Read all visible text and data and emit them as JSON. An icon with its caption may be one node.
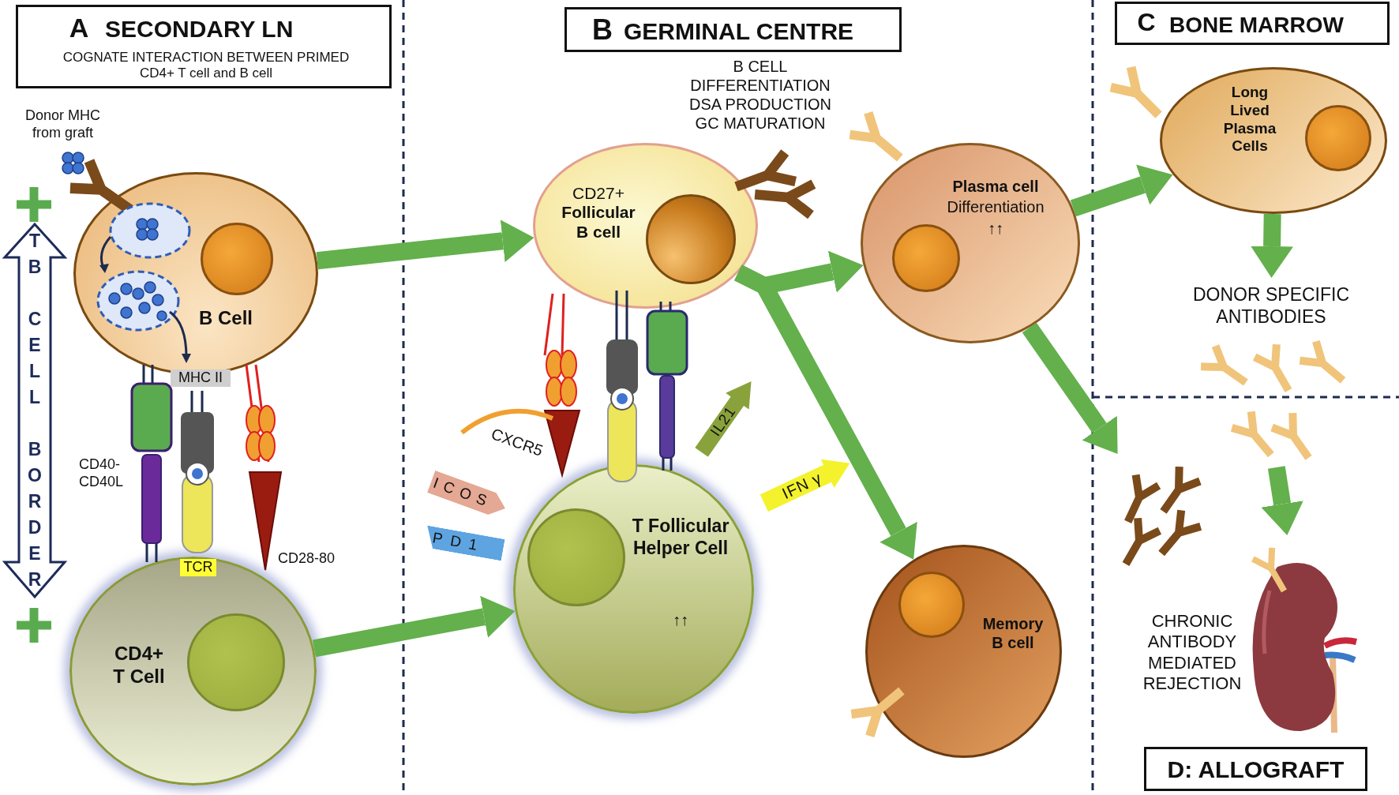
{
  "diagram": {
    "nodes": [
      {
        "text": [
          "A",
          "SECONDARY LN",
          "COGNATE INTERACTION BETWEEN PRIMED CD4+ T cell and B cell"
        ]
      },
      {
        "text": [
          "B Cell"
        ]
      },
      {
        "text": [
          "CD4+ T Cell"
        ]
      },
      {
        "text": [
          "B",
          "GERMINAL CENTRE"
        ]
      },
      {
        "text": [
          "CD27+",
          "Follicular B cell"
        ]
      },
      {
        "text": [
          "T Follicular Helper Cell",
          "↑↑"
        ]
      },
      {
        "text": [
          "Plasma cell",
          "Differentiation",
          "↑↑"
        ]
      },
      {
        "text": [
          "Memory B cell"
        ]
      },
      {
        "text": [
          "C",
          "BONE MARROW"
        ]
      },
      {
        "text": [
          "Long Lived Plasma Cells"
        ]
      },
      {
        "text": [
          "DONOR SPECIFIC ANTIBODIES"
        ]
      },
      {
        "text": [],
        "shape": "picture"
      },
      {
        "text": [],
        "shape": "picture"
      },
      {
        "text": [],
        "shape": "picture"
      },
      {
        "text": [],
        "shape": "picture"
      },
      {
        "text": [
          "D: ALLOGRAFT"
        ]
      },
      {
        "text": [
          "ICOS"
        ]
      },
      {
        "text": [
          "PD1"
        ]
      },
      {
        "text": [
          "IL21"
        ]
      },
      {
        "text": [
          "IFN γ"
        ]
      }
    ],
    "edges": [
      {
        "from": 1,
        "to": 4,
        "arrow": "to"
      },
      {
        "from": 2,
        "to": 5,
        "arrow": "to"
      },
      {
        "from": 4,
        "to": 6,
        "arrow": "to"
      },
      {
        "from": 4,
        "to": 7,
        "arrow": "to"
      },
      {
        "from": 6,
        "to": 9,
        "arrow": "to"
      },
      {
        "from": 6,
        "to": 13,
        "arrow": "to"
      },
      {
        "from": 9,
        "to": 10,
        "arrow": "to"
      },
      {
        "from": 12,
        "to": 14,
        "arrow": "to"
      }
    ],
    "labels": [
      "Donor MHC from graft",
      "TB CELL BORDER",
      "MHC II",
      "CD40- CD40L",
      "TCR",
      "CD28-80",
      "B CELL DIFFERENTIATION DSA PRODUCTION GC MATURATION",
      "CXCR5",
      "CHRONIC ANTIBODY MEDIATED REJECTION"
    ]
  }
}
